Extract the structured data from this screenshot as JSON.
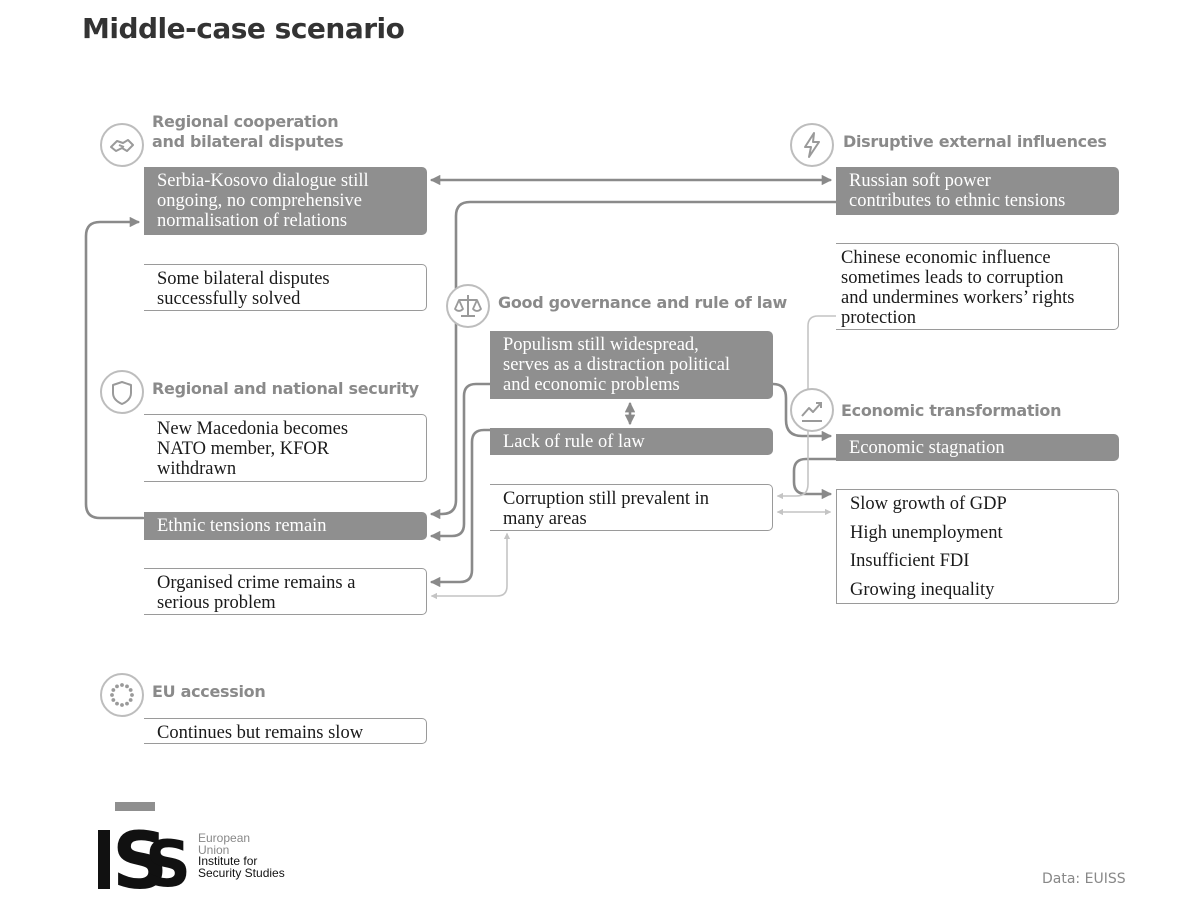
{
  "title": "Middle-case scenario",
  "source": "Data: EUISS",
  "logo": {
    "mark": "ISS",
    "line1": "European",
    "line2": "Union",
    "line3": "Institute for",
    "line4": "Security Studies"
  },
  "colors": {
    "filled_box": "#8f8f8f",
    "outline": "#9a9a9a",
    "section_heading": "#8a8a8a",
    "arrow_dark": "#8a8a8a",
    "arrow_light": "#c4c4c4"
  },
  "sections": {
    "regional_cooperation": {
      "heading_line1": "Regional cooperation",
      "heading_line2": "and bilateral disputes",
      "icon": "handshake-icon",
      "items": [
        [
          "Serbia-Kosovo dialogue still",
          "ongoing, no comprehensive",
          "normalisation of relations"
        ],
        [
          "Some bilateral disputes",
          "successfully solved"
        ]
      ]
    },
    "security": {
      "heading": "Regional and national security",
      "icon": "shield-icon",
      "items": [
        [
          "New Macedonia becomes",
          "NATO member, KFOR",
          "withdrawn"
        ],
        [
          "Ethnic tensions remain"
        ],
        [
          "Organised crime remains a",
          "serious problem"
        ]
      ]
    },
    "eu_accession": {
      "heading": "EU accession",
      "icon": "eu-stars-icon",
      "items": [
        [
          "Continues but remains slow"
        ]
      ]
    },
    "governance": {
      "heading": "Good governance and rule of law",
      "icon": "scales-icon",
      "items": [
        [
          "Populism still widespread,",
          "serves as a distraction political",
          "and economic problems"
        ],
        [
          "Lack of rule of law"
        ],
        [
          "Corruption still prevalent in",
          "many areas"
        ]
      ]
    },
    "external": {
      "heading": "Disruptive external influences",
      "icon": "lightning-icon",
      "items": [
        [
          "Russian soft power",
          "contributes to ethnic tensions"
        ],
        [
          "Chinese economic influence",
          "sometimes leads to corruption",
          "and undermines workers’ rights",
          "protection"
        ]
      ]
    },
    "economic": {
      "heading": "Economic transformation",
      "icon": "trend-chart-icon",
      "items": [
        [
          "Economic stagnation"
        ],
        [
          "Slow growth of GDP",
          "High unemployment",
          "Insufficient FDI",
          "Growing inequality"
        ]
      ]
    }
  }
}
